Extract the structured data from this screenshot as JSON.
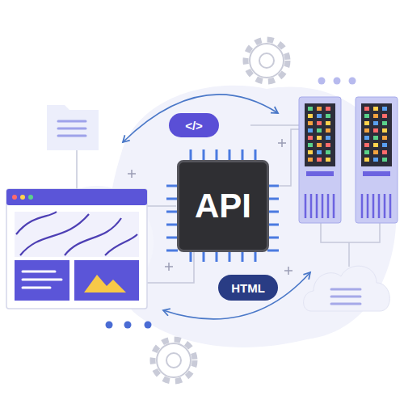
{
  "diagram": {
    "nodes": [
      {
        "text": [
          "</>"
        ]
      },
      {
        "text": [
          "API"
        ]
      },
      {
        "text": [
          "HTML"
        ]
      }
    ]
  }
}
